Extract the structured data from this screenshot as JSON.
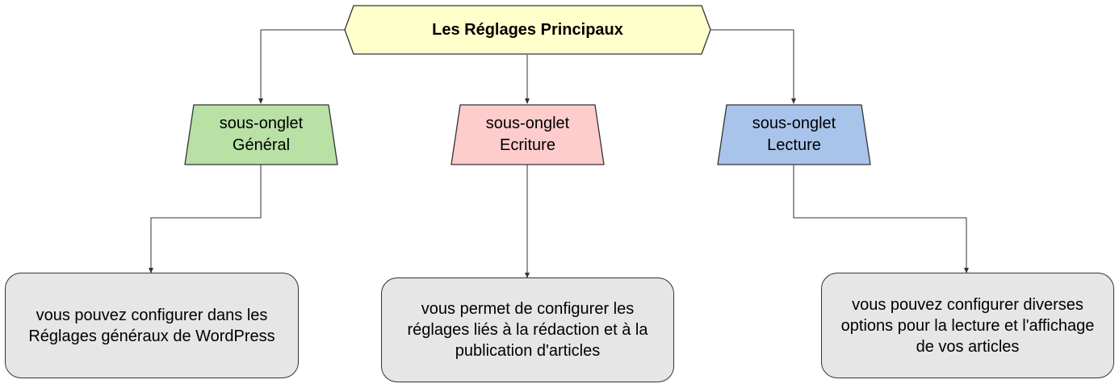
{
  "diagram": {
    "root": {
      "label": "Les Réglages Principaux",
      "fill": "#ffffcc"
    },
    "tabs": [
      {
        "label": "sous-onglet Général",
        "fill": "#b9e0a5"
      },
      {
        "label": "sous-onglet Ecriture",
        "fill": "#ffcccc"
      },
      {
        "label": "sous-onglet Lecture",
        "fill": "#a9c4eb"
      }
    ],
    "descriptions": [
      {
        "text": "vous pouvez configurer dans les Réglages généraux de WordPress",
        "fill": "#e6e6e6"
      },
      {
        "text": "vous permet de configurer les réglages liés à la rédaction et à la publication d'articles",
        "fill": "#e6e6e6"
      },
      {
        "text": "vous pouvez configurer diverses options pour la lecture et l'affichage de vos articles",
        "fill": "#e6e6e6"
      }
    ],
    "line_color": "#333333"
  }
}
